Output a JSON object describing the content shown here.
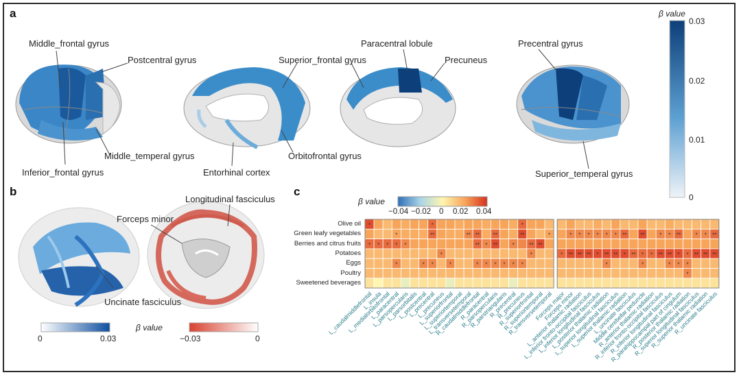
{
  "panels": {
    "a": "a",
    "b": "b",
    "c": "c"
  },
  "panel_a": {
    "labels": {
      "middle_frontal": "Middle_frontal gyrus",
      "postcentral": "Postcentral gyrus",
      "superior_frontal": "Superior_frontal gyrus",
      "paracentral": "Paracentral lobule",
      "precuneus": "Precuneus",
      "precentral": "Precentral gyrus",
      "middle_temporal": "Middle_temperal gyrus",
      "inferior_frontal": "Inferior_frontal gyrus",
      "entorhinal": "Entorhinal cortex",
      "orbitofrontal": "Orbitofrontal gyrus",
      "superior_temporal": "Superior_temperal gyrus"
    },
    "colorbar": {
      "title": "β value",
      "ticks": [
        "0.03",
        "0.02",
        "0.01",
        "0"
      ],
      "colors": [
        "#e9f1f8",
        "#0d3f7a"
      ]
    }
  },
  "panel_b": {
    "labels": {
      "longitudinal": "Longitudinal fasciculus",
      "forceps_minor": "Forceps minor",
      "uncinate": "Uncinate fasciculus"
    },
    "colorbar": {
      "title": "β value",
      "blue_ticks": [
        "0",
        "0.03"
      ],
      "red_ticks": [
        "−0.03",
        "0"
      ]
    }
  },
  "chart_data": {
    "type": "heatmap",
    "colorbar": {
      "title": "β value",
      "ticks": [
        "−0.04",
        "−0.02",
        "0",
        "0.02",
        "0.04"
      ]
    },
    "rows": [
      "Olive oil",
      "Green leafy vegetables",
      "Berries and citrus fruits",
      "Potatoes",
      "Eggs",
      "Poultry",
      "Sweetened beverages"
    ],
    "columns": [
      "L_caudalmiddlefrontal",
      "L_insula",
      "L_medialorbitofrontal",
      "L_paracentral",
      "L_parsopercularis",
      "L_parsorbitalis",
      "L_postcentral",
      "L_precentral",
      "L_precuneus",
      "L_superiorfrontal",
      "L_superiortemporal",
      "L_transversetemporal",
      "R_caudalmiddlefrontal",
      "R_paracentral",
      "R_parsopercularis",
      "R_parstriangularis",
      "R_precentral",
      "R_precuneus",
      "R_superiorfrontal",
      "R_superiortemporal",
      "R_transversetemporal",
      "Forceps major",
      "Forceps minor",
      "L_anterior thalamic radiation",
      "L_inferior fronto-occipital fasciculus",
      "L_inferior longitudinal fasciculus",
      "L_posterior thalamic radiation",
      "L_superior longitudinal fasciculus",
      "L_superior thalamic radiation",
      "L_uncinate fasciculus",
      "Middle cerebellar peduncle",
      "R_anterior thalamic radiation",
      "R_inferior fronto-occipital fasciculus",
      "R_inferior longitudinal fasciculus",
      "R_parahippocampal part of cingulum",
      "R_posterior thalamic radiation",
      "R_superior longitudinal fasciculus",
      "R_superior thalamic radiation",
      "R_uncinate fasciculus"
    ],
    "group_split_after": 21,
    "values": [
      [
        0.035,
        0.02,
        0.015,
        0.02,
        0.018,
        0.02,
        0.02,
        0.03,
        0.02,
        0.02,
        0.018,
        0.02,
        0.02,
        0.018,
        0.02,
        0.02,
        0.018,
        0.03,
        0.02,
        0.02,
        0.015,
        0.015,
        0.02,
        0.015,
        0.015,
        0.018,
        0.015,
        0.02,
        0.015,
        0.015,
        0.02,
        0.015,
        0.015,
        0.018,
        0.015,
        0.015,
        0.015,
        0.015,
        0.015
      ],
      [
        0.02,
        0.015,
        0.015,
        0.02,
        0.018,
        0.018,
        0.018,
        0.03,
        0.02,
        0.018,
        0.018,
        0.025,
        0.03,
        0.018,
        0.03,
        0.02,
        0.018,
        0.035,
        0.02,
        0.015,
        0.02,
        0.02,
        0.025,
        0.025,
        0.025,
        0.025,
        0.025,
        0.025,
        0.03,
        0.02,
        0.035,
        0.02,
        0.025,
        0.025,
        0.03,
        0.02,
        0.025,
        0.025,
        0.03
      ],
      [
        0.03,
        0.03,
        0.03,
        0.03,
        0.025,
        0.02,
        0.02,
        0.02,
        0.02,
        0.02,
        0.02,
        0.02,
        0.03,
        0.025,
        0.035,
        0.02,
        0.025,
        0.025,
        0.03,
        0.035,
        0.02,
        0.02,
        0.02,
        0.02,
        0.02,
        0.02,
        0.02,
        0.02,
        0.02,
        0.02,
        0.02,
        0.02,
        0.02,
        0.02,
        0.02,
        0.02,
        0.02,
        0.02,
        0.02
      ],
      [
        0.015,
        0.015,
        0.015,
        0.015,
        0.015,
        0.015,
        0.015,
        0.015,
        0.025,
        0.015,
        0.015,
        0.015,
        0.015,
        0.015,
        0.015,
        0.015,
        0.015,
        0.015,
        0.025,
        0.015,
        0.015,
        0.03,
        0.035,
        0.035,
        0.035,
        0.035,
        0.035,
        0.035,
        0.035,
        0.03,
        0.03,
        0.03,
        0.035,
        0.035,
        0.035,
        0.03,
        0.035,
        0.035,
        0.035
      ],
      [
        0.015,
        0.015,
        0.015,
        0.025,
        0.015,
        0.015,
        0.025,
        0.025,
        0.015,
        0.025,
        0.015,
        0.015,
        0.025,
        0.025,
        0.025,
        0.025,
        0.025,
        0.025,
        0.015,
        0.015,
        0.015,
        0.015,
        0.015,
        0.015,
        0.015,
        0.015,
        0.025,
        0.015,
        0.015,
        0.015,
        0.025,
        0.015,
        0.015,
        0.025,
        0.025,
        0.025,
        0.015,
        0.015,
        0.015
      ],
      [
        0.015,
        0.015,
        0.015,
        0.015,
        0.015,
        0.015,
        0.015,
        0.015,
        0.015,
        0.015,
        0.015,
        0.015,
        0.015,
        0.015,
        0.015,
        0.015,
        0.015,
        0.015,
        0.015,
        0.015,
        0.015,
        0.015,
        0.015,
        0.015,
        0.015,
        0.015,
        0.015,
        0.015,
        0.015,
        0.015,
        0.015,
        0.015,
        0.015,
        0.015,
        0.015,
        0.025,
        0.015,
        0.015,
        0.015
      ],
      [
        0.005,
        0.0,
        0.005,
        0.005,
        -0.005,
        0.005,
        0.005,
        0.005,
        0.005,
        -0.005,
        0.005,
        0.005,
        0.005,
        0.005,
        0.005,
        0.005,
        -0.005,
        0.005,
        0.005,
        0.005,
        0.005,
        0.005,
        0.005,
        0.005,
        0.005,
        0.005,
        0.005,
        0.005,
        0.005,
        0.005,
        0.005,
        0.005,
        0.005,
        0.005,
        0.005,
        0.005,
        0.005,
        0.005,
        0.005
      ]
    ],
    "stars": [
      [
        "*",
        "",
        "",
        "",
        "",
        "",
        "",
        "*",
        "",
        "",
        "",
        "",
        "",
        "",
        "",
        "",
        "",
        "*",
        "",
        "",
        "",
        "",
        "",
        "",
        "",
        "",
        "",
        "",
        "",
        "",
        "",
        "",
        "",
        "",
        "",
        "",
        "",
        "",
        ""
      ],
      [
        "",
        "",
        "",
        "*",
        "",
        "",
        "",
        "**",
        "",
        "",
        "",
        "**",
        "**",
        "",
        "**",
        "",
        "",
        "**",
        "",
        "",
        "*",
        "",
        "*",
        "*",
        "*",
        "*",
        "*",
        "*",
        "**",
        "",
        "**",
        "",
        "*",
        "*",
        "**",
        "",
        "*",
        "*",
        "**"
      ],
      [
        "*",
        "*",
        "*",
        "*",
        "*",
        "",
        "",
        "",
        "",
        "",
        "",
        "",
        "**",
        "*",
        "**",
        "",
        "*",
        "",
        "**",
        "**",
        "",
        "",
        "",
        "",
        "",
        "",
        "",
        "",
        "",
        "",
        "",
        "",
        "",
        "",
        "",
        "",
        "",
        "",
        ""
      ],
      [
        "",
        "",
        "",
        "",
        "",
        "",
        "",
        "",
        "*",
        "",
        "",
        "",
        "",
        "",
        "",
        "",
        "",
        "",
        "*",
        "",
        "",
        "*",
        "**",
        "**",
        "**",
        "*",
        "**",
        "**",
        "*",
        "**",
        "*",
        "*",
        "**",
        "**",
        "*",
        "*",
        "**",
        "**",
        "**"
      ],
      [
        "",
        "",
        "",
        "*",
        "",
        "",
        "*",
        "*",
        "",
        "*",
        "",
        "",
        "*",
        "*",
        "*",
        "*",
        "*",
        "*",
        "",
        "",
        "",
        "",
        "",
        "",
        "",
        "",
        "*",
        "",
        "",
        "",
        "*",
        "",
        "",
        "*",
        "*",
        "*",
        "",
        "",
        ""
      ],
      [
        "",
        "",
        "",
        "",
        "",
        "",
        "",
        "",
        "",
        "",
        "",
        "",
        "",
        "",
        "",
        "",
        "",
        "",
        "",
        "",
        "",
        "",
        "",
        "",
        "",
        "",
        "",
        "",
        "",
        "",
        "",
        "",
        "",
        "",
        "",
        "*",
        "",
        "",
        ""
      ],
      [
        "",
        "",
        "",
        "",
        "",
        "",
        "",
        "",
        "",
        "",
        "",
        "",
        "",
        "",
        "",
        "",
        "",
        "",
        "",
        "",
        "",
        "",
        "",
        "",
        "",
        "",
        "",
        "",
        "",
        "",
        "",
        "",
        "",
        "",
        "",
        "",
        "",
        "",
        ""
      ]
    ]
  }
}
